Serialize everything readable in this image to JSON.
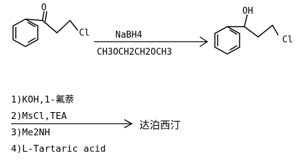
{
  "reaction1": {
    "reactant": {
      "ketone_atom": "O",
      "chloro_atom": "Cl"
    },
    "reagent_above": "NaBH4",
    "solvent_below": "CH3OCH2CH2OCH3",
    "product": {
      "hydroxyl_atom": "OH",
      "chloro_atom": "Cl"
    }
  },
  "reaction2": {
    "steps": [
      "1)KOH,1-氟萘",
      "2)MsCl,TEA",
      "3)Me2NH",
      "4)L-Tartaric acid"
    ],
    "product_name": "达泊西汀"
  }
}
